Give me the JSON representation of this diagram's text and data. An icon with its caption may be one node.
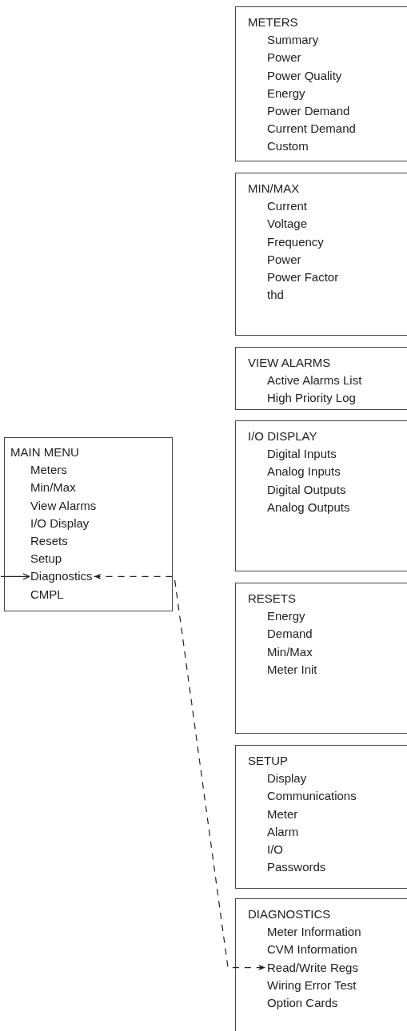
{
  "diagram": {
    "nodes": [
      {
        "text": [
          "MAIN MENU",
          "Meters",
          "Min/Max",
          "View Alarms",
          "I/O Display",
          "Resets",
          "Setup",
          "CMPL"
        ]
      },
      {
        "text": [
          "Diagnostics"
        ],
        "in": 0
      },
      {
        "text": [
          "METERS",
          "Summary",
          "Power",
          "Power Quality",
          "Energy",
          "Power Demand",
          "Current Demand",
          "Custom"
        ]
      },
      {
        "text": [
          "MIN/MAX",
          "Current",
          "Voltage",
          "Frequency",
          "Power",
          "Power Factor",
          "thd"
        ]
      },
      {
        "text": [
          "VIEW ALARMS",
          "Active Alarms List",
          "High Priority Log"
        ]
      },
      {
        "text": [
          "I/O DISPLAY",
          "Digital Inputs",
          "Analog Inputs",
          "Digital Outputs",
          "Analog Outputs"
        ]
      },
      {
        "text": [
          "RESETS",
          "Energy",
          "Demand",
          "Min/Max",
          "Meter Init"
        ]
      },
      {
        "text": [
          "SETUP",
          "Display",
          "Communications",
          "Meter",
          "Alarm",
          "I/O",
          "Passwords"
        ]
      },
      {
        "text": [
          "DIAGNOSTICS",
          "Meter Information",
          "CVM Information",
          "Wiring Error Test",
          "Option Cards"
        ]
      },
      {
        "text": [
          "Read/Write Regs"
        ],
        "in": 8
      }
    ],
    "edges": [
      {
        "from": null,
        "to": 1,
        "arrow": "to"
      },
      {
        "from": 1,
        "to": 9,
        "arrow": "both",
        "style": "dashed"
      }
    ]
  }
}
